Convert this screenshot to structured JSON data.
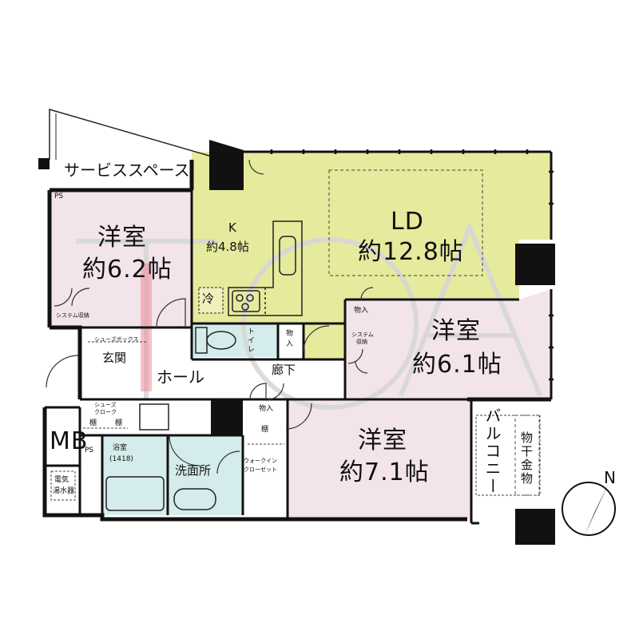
{
  "watermark": "TOA",
  "colors": {
    "ldk": "#e6ea9c",
    "bedroom": "#f3e3ea",
    "wet": "#d4eceb",
    "wall": "#111111"
  },
  "rooms": {
    "service_space": "サービススペース",
    "bed1_name": "洋室",
    "bed1_size": "約6.2帖",
    "kitchen_name": "K",
    "kitchen_size": "約4.8帖",
    "ld_name": "LD",
    "ld_size": "約12.8帖",
    "bed2_name": "洋室",
    "bed2_size": "約6.1帖",
    "bed3_name": "洋室",
    "bed3_size": "約7.1帖",
    "genkan": "玄関",
    "hall": "ホール",
    "corridor": "廊下",
    "toilet": "トイレ",
    "bath": "浴室",
    "bath_size": "(1418)",
    "washroom": "洗面所",
    "walk_in_1": "ウォークイン",
    "walk_in_2": "クローゼット",
    "balcony": "バルコニー",
    "drying_rack": "物干金物",
    "mb": "MB",
    "water_heater_1": "電気",
    "water_heater_2": "湯水器"
  },
  "storage": {
    "ps_top": "PS",
    "ps_bottom": "PS",
    "system_storage_1": "システム収納",
    "system_storage_2a": "システム",
    "system_storage_2b": "収納",
    "shoe_box": "シューズボックス",
    "shoe_cloak_1": "シューズ",
    "shoe_cloak_2": "クローク",
    "shelf_1": "棚",
    "shelf_2": "棚",
    "shelf_3": "棚",
    "monoire_1": "物入",
    "monoire_2a": "物",
    "monoire_2b": "入",
    "monoire_3": "物入",
    "refrigerator": "冷"
  },
  "compass": {
    "label": "N"
  }
}
